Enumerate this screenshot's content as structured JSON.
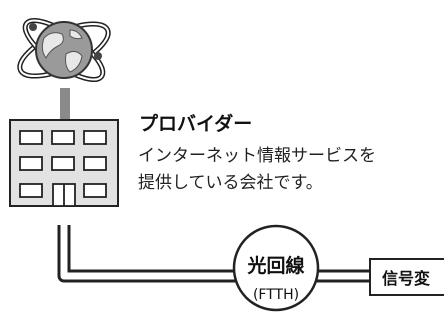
{
  "provider": {
    "title": "プロバイダー",
    "description_lines": [
      "インターネット情報サービスを",
      "提供している会社です。"
    ]
  },
  "fiber_node": {
    "label": "光回線",
    "sublabel": "(FTTH)"
  },
  "converter_node": {
    "label": "信号変"
  },
  "icons": {
    "globe": "globe-icon",
    "building": "building-icon"
  },
  "colors": {
    "line_fill": "#ffffff",
    "line_outline": "#222222",
    "mast": "#8a8a8a",
    "building_fill": "#e2e2e2",
    "globe_fill": "#9a9a9a"
  }
}
